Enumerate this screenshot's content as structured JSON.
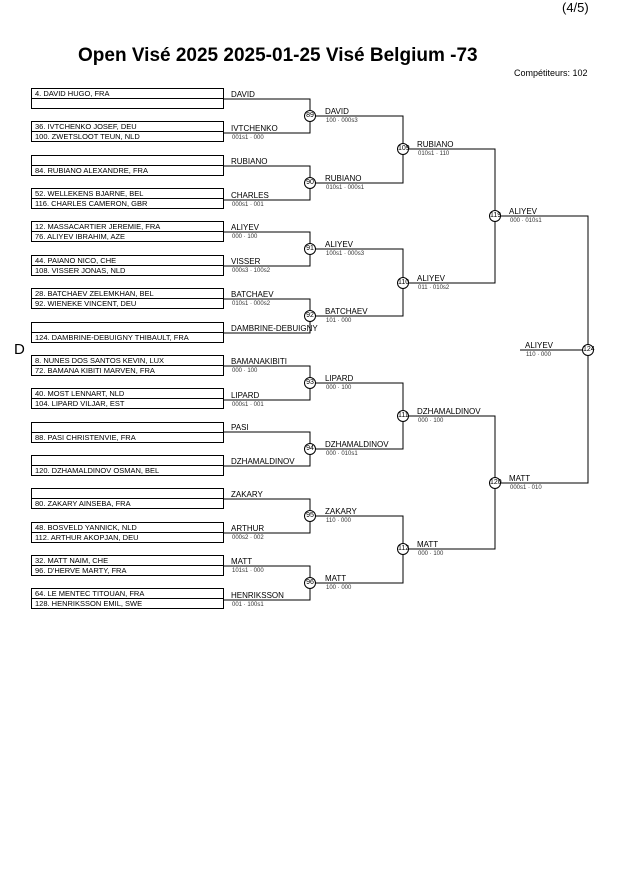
{
  "page_indicator": "(4/5)",
  "header": {
    "title": "Open Visé 2025  2025-01-25  Visé Belgium   -73",
    "competitors": "Compétiteurs: 102"
  },
  "pool_label": "D",
  "entries": [
    [
      "4. DAVID HUGO, FRA",
      ""
    ],
    [
      "36. IVTCHENKO JOSEF, DEU",
      "100. ZWETSLOOT TEUN, NLD"
    ],
    [
      "",
      "84. RUBIANO ALEXANDRE, FRA"
    ],
    [
      "52. WELLEKENS BJARNE, BEL",
      "116. CHARLES CAMERON, GBR"
    ],
    [
      "12. MASSACARTIER JEREMIE, FRA",
      "76. ALIYEV IBRAHIM, AZE"
    ],
    [
      "44. PAIANO NICO, CHE",
      "108. VISSER JONAS, NLD"
    ],
    [
      "28. BATCHAEV ZELEMKHAN, BEL",
      "92. WIENEKE VINCENT, DEU"
    ],
    [
      "",
      "124. DAMBRINE-DEBUIGNY THIBAULT, FRA"
    ],
    [
      "8. NUNES DOS SANTOS KEVIN, LUX",
      "72. BAMANA KIBITI MARVEN, FRA"
    ],
    [
      "40. MOST LENNART, NLD",
      "104. LIPARD VILJAR, EST"
    ],
    [
      "",
      "88. PASI CHRISTENVIE, FRA"
    ],
    [
      "",
      "120. DZHAMALDINOV OSMAN, BEL"
    ],
    [
      "",
      "80. ZAKARY AINSEBA, FRA"
    ],
    [
      "48. BOSVELD YANNICK, NLD",
      "112. ARTHUR AKOPJAN, DEU"
    ],
    [
      "32. MATT NAIM, CHE",
      "96. D'HERVE MARTY, FRA"
    ],
    [
      "64. LE MENTEC TITOUAN, FRA",
      "128. HENRIKSSON EMIL, SWE"
    ]
  ],
  "round1": [
    {
      "name": "DAVID",
      "score": ""
    },
    {
      "name": "IVTCHENKO",
      "score": "001s1 · 000"
    },
    {
      "name": "RUBIANO",
      "score": ""
    },
    {
      "name": "CHARLES",
      "score": "000s1 · 001"
    },
    {
      "name": "ALIYEV",
      "score": "000 · 100"
    },
    {
      "name": "VISSER",
      "score": "000s3 · 100s2"
    },
    {
      "name": "BATCHAEV",
      "score": "010s1 · 000s2"
    },
    {
      "name": "DAMBRINE-DEBUIGNY",
      "score": ""
    },
    {
      "name": "BAMANAKIBITI",
      "score": "000 · 100"
    },
    {
      "name": "LIPARD",
      "score": "000s1 · 001"
    },
    {
      "name": "PASI",
      "score": ""
    },
    {
      "name": "DZHAMALDINOV",
      "score": ""
    },
    {
      "name": "ZAKARY",
      "score": ""
    },
    {
      "name": "ARTHUR",
      "score": "000s2 · 002"
    },
    {
      "name": "MATT",
      "score": "101s1 · 000"
    },
    {
      "name": "HENRIKSSON",
      "score": "001 · 100s1"
    }
  ],
  "round2": [
    {
      "match": "89",
      "name": "DAVID",
      "score": "100 · 000s3"
    },
    {
      "match": "90",
      "name": "RUBIANO",
      "score": "010s1 · 000s1"
    },
    {
      "match": "91",
      "name": "ALIYEV",
      "score": "100s1 · 000s3"
    },
    {
      "match": "92",
      "name": "BATCHAEV",
      "score": "101 · 000"
    },
    {
      "match": "93",
      "name": "LIPARD",
      "score": "000 · 100"
    },
    {
      "match": "94",
      "name": "DZHAMALDINOV",
      "score": "000 · 010s1"
    },
    {
      "match": "95",
      "name": "ZAKARY",
      "score": "110 · 000"
    },
    {
      "match": "96",
      "name": "MATT",
      "score": "100 · 000"
    }
  ],
  "round3": [
    {
      "match": "109",
      "name": "RUBIANO",
      "score": "010s1 · 110"
    },
    {
      "match": "110",
      "name": "ALIYEV",
      "score": "011 · 010s2"
    },
    {
      "match": "111",
      "name": "DZHAMALDINOV",
      "score": "000 · 100"
    },
    {
      "match": "112",
      "name": "MATT",
      "score": "000 · 100"
    }
  ],
  "round4": [
    {
      "match": "119",
      "name": "ALIYEV",
      "score": "000 · 010s1"
    },
    {
      "match": "120",
      "name": "MATT",
      "score": "000s1 · 010"
    }
  ],
  "final": {
    "match": "124",
    "name": "ALIYEV",
    "score": "110 · 000"
  }
}
